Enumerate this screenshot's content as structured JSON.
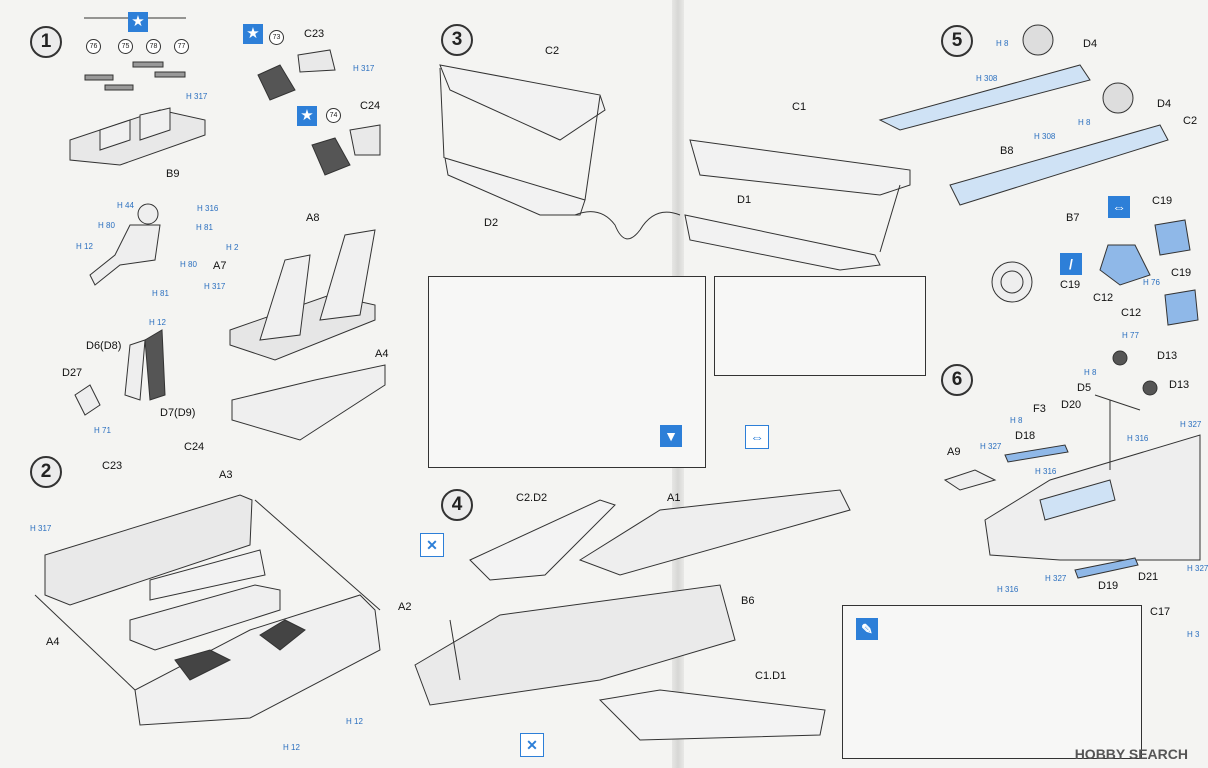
{
  "steps": {
    "s1": "1",
    "s2": "2",
    "s3": "3",
    "s4": "4",
    "s5": "5",
    "s6": "6"
  },
  "step1": {
    "part_numbers": {
      "n76": "76",
      "n75": "75",
      "n78": "78",
      "n77": "77",
      "n73": "73",
      "n74": "74"
    },
    "labels": {
      "c23": "C23",
      "c24": "C24",
      "b9": "B9",
      "a8": "A8",
      "a7": "A7",
      "a4": "A4",
      "d6d8": "D6(D8)",
      "d27": "D27",
      "d7d9": "D7(D9)"
    },
    "paints": {
      "h317a": "H 317",
      "h317b": "H 317",
      "h317c": "H 317",
      "h44": "H 44",
      "h316": "H 316",
      "h80a": "H 80",
      "h81a": "H 81",
      "h12a": "H 12",
      "h80b": "H 80",
      "h81b": "H 81",
      "h2": "H 2",
      "h12b": "H 12",
      "h71": "H 71"
    }
  },
  "step2": {
    "labels": {
      "c23": "C23",
      "c24": "C24",
      "a3": "A3",
      "a4": "A4",
      "a2": "A2"
    },
    "paints": {
      "h317": "H 317",
      "h12a": "H 12",
      "h12b": "H 12"
    }
  },
  "step3": {
    "labels": {
      "c2": "C2",
      "c1": "C1",
      "d2": "D2",
      "d1": "D1"
    }
  },
  "step4": {
    "labels": {
      "c2d2": "C2.D2",
      "a1": "A1",
      "b6": "B6",
      "c1d1": "C1.D1"
    }
  },
  "step5": {
    "labels": {
      "d4a": "D4",
      "d4b": "D4",
      "b8": "B8",
      "b7": "B7",
      "c2": "C2",
      "c19a": "C19",
      "c19b": "C19",
      "c19c": "C19",
      "c12a": "C12",
      "c12b": "C12"
    },
    "paints": {
      "h8a": "H 8",
      "h308a": "H 308",
      "h8b": "H 8",
      "h308b": "H 308",
      "h76": "H 76"
    }
  },
  "step6": {
    "labels": {
      "d13a": "D13",
      "d5": "D5",
      "d13b": "D13",
      "f3": "F3",
      "d20": "D20",
      "a9": "A9",
      "d18": "D18",
      "d19": "D19",
      "d21": "D21",
      "c17": "C17"
    },
    "paints": {
      "h77": "H 77",
      "h8a": "H 8",
      "h8b": "H 8",
      "h327a": "H 327",
      "h316a": "H 316",
      "h327b": "H 327",
      "h316b": "H 316",
      "h327c": "H 327",
      "h316c": "H 316",
      "h327d": "H 327",
      "h3": "H 3"
    }
  },
  "watermark": "HOBBY SEARCH",
  "colors": {
    "accent": "#2d7fd8",
    "paint_text": "#2a6fbf",
    "paint_fill": "#cfe2f5"
  }
}
